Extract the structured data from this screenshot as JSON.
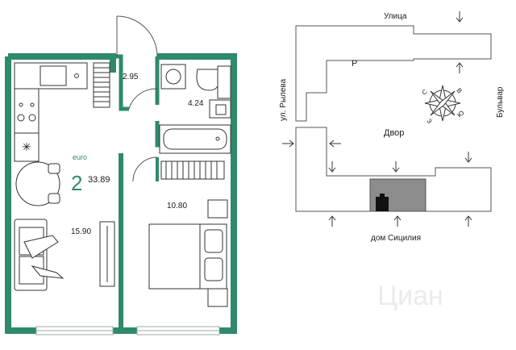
{
  "apartment": {
    "type_label": "euro",
    "rooms": "2",
    "total_area": "33.89",
    "areas": {
      "bathroom": "2.95",
      "laundry": "4.24",
      "bedroom": "10.80",
      "living_kitchen": "15.90"
    }
  },
  "site_plan": {
    "street_top": "Улица",
    "street_left": "ул. Рылева",
    "street_right": "Бульвар",
    "courtyard": "Двор",
    "parking": "P",
    "building": "дом Сицилия"
  },
  "compass": {
    "directions": [
      "С",
      "В",
      "Ю",
      "З"
    ]
  },
  "watermark": "Циан",
  "colors": {
    "wall": "#2e8a6a",
    "highlight": "#8c8c8c",
    "accent_text": "#2e8a6a"
  }
}
